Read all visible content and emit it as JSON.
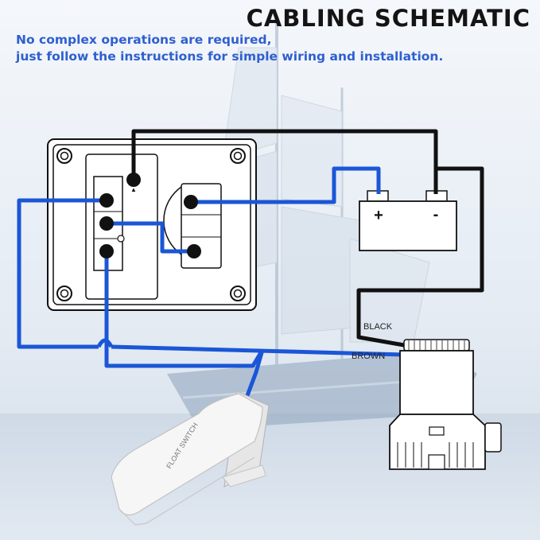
{
  "header": {
    "title": "CABLING SCHEMATIC",
    "subtitle_line1": "No complex operations are required,",
    "subtitle_line2": "just follow the instructions for simple wiring and installation."
  },
  "battery": {
    "positive_label": "+",
    "negative_label": "-"
  },
  "wires": {
    "black_label": "BLACK",
    "brown_label": "BROWN"
  },
  "float_switch": {
    "label": "FLOAT SWITCH"
  },
  "colors": {
    "wire_blue": "#1a56d6",
    "wire_black": "#111111",
    "subtitle_blue": "#2f5fd0"
  }
}
